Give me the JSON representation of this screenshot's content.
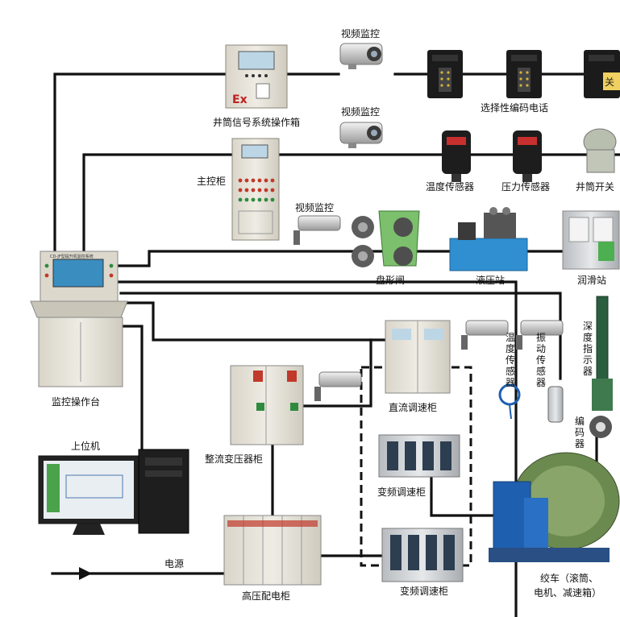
{
  "labels": {
    "video_monitor": "视频监控",
    "shaft_signal_box": "井筒信号系统操作箱",
    "coded_phone": "选择性编码电话",
    "main_cabinet": "主控柜",
    "temp_sensor": "温度传感器",
    "pressure_sensor": "压力传感器",
    "shaft_switch": "井筒开关",
    "disc_brake": "盘形闸",
    "hydraulic_station": "液压站",
    "lube_station": "润滑站",
    "monitor_console": "监控操作台",
    "dc_speed_cabinet": "直流调速柜",
    "rectifier_cabinet": "整流变压器柜",
    "vf_speed_cabinet": "变频调速柜",
    "host_pc": "上位机",
    "hv_cabinet": "高压配电柜",
    "power_source": "电源",
    "winch_line1": "绞车（滚筒、",
    "winch_line2": "电机、减速箱）",
    "temp_sensor_v": "温度传感器",
    "vibration_sensor_v": "振动传感器",
    "depth_indicator_v": "深度指示器",
    "encoder_v": "编码器"
  },
  "device_text": {
    "ex_mark": "Ex",
    "console_screen_title": "CD-JF型提升机监控系统",
    "phone_key": "关"
  },
  "colors": {
    "line": "#111111",
    "cabinet": "#e6e2d6",
    "steel": "#8c8f95",
    "screen": "#3a8dbf",
    "green_machine": "#6fae6a",
    "blue_tank": "#2f8fd0",
    "winch_blue": "#1f5fb0",
    "phone": "#1b1b1b"
  },
  "icons": [
    "camera-icon",
    "phone-icon",
    "sensor-icon",
    "cabinet-icon",
    "monitor-icon"
  ]
}
